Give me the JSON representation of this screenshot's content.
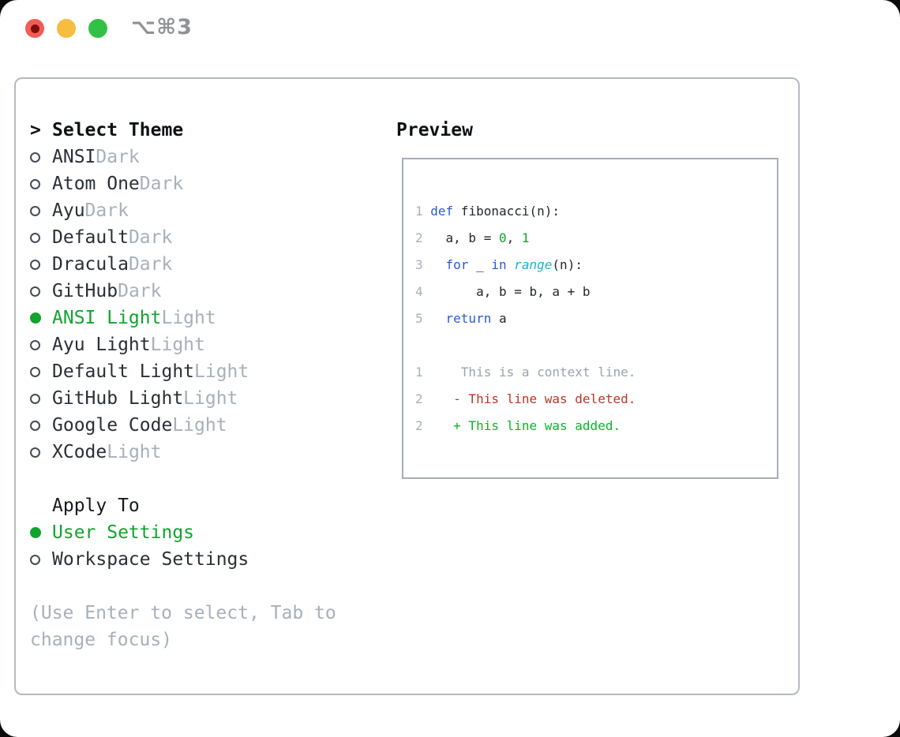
{
  "window": {
    "shortcut": "⌥⌘3"
  },
  "colors": {
    "accent_green": "#10a42f",
    "added_green": "#0cb427",
    "deleted_red": "#bf3426",
    "keyword_blue": "#2b59d8",
    "builtin_cyan": "#16b5c8",
    "muted_gray": "#a8b0ba",
    "context_gray": "#9aa3ad",
    "text": "#23272e",
    "panel_border": "#b3bac2",
    "traffic_red": "#f25c54",
    "traffic_yellow": "#f6bd40",
    "traffic_green": "#31c146"
  },
  "theme_selector": {
    "prompt": ">",
    "title": "Select Theme",
    "items": [
      {
        "label": "ANSI",
        "variant": "Dark",
        "selected": false
      },
      {
        "label": "Atom One",
        "variant": "Dark",
        "selected": false
      },
      {
        "label": "Ayu",
        "variant": "Dark",
        "selected": false
      },
      {
        "label": "Default",
        "variant": "Dark",
        "selected": false
      },
      {
        "label": "Dracula",
        "variant": "Dark",
        "selected": false
      },
      {
        "label": "GitHub",
        "variant": "Dark",
        "selected": false
      },
      {
        "label": "ANSI Light",
        "variant": "Light",
        "selected": true
      },
      {
        "label": "Ayu Light",
        "variant": "Light",
        "selected": false
      },
      {
        "label": "Default Light",
        "variant": "Light",
        "selected": false
      },
      {
        "label": "GitHub Light",
        "variant": "Light",
        "selected": false
      },
      {
        "label": "Google Code",
        "variant": "Light",
        "selected": false
      },
      {
        "label": "XCode",
        "variant": "Light",
        "selected": false
      }
    ]
  },
  "apply_to": {
    "title": "Apply To",
    "items": [
      {
        "label": "User Settings",
        "selected": true
      },
      {
        "label": "Workspace Settings",
        "selected": false
      }
    ]
  },
  "help_text": {
    "line1": "(Use Enter to select, Tab to",
    "line2": "change focus)"
  },
  "preview": {
    "title": "Preview",
    "code_lines": [
      {
        "num": "1",
        "segments": [
          {
            "text": "def",
            "style": "kw"
          },
          {
            "text": " fibonacci(n):",
            "style": "fg"
          }
        ]
      },
      {
        "num": "2",
        "segments": [
          {
            "text": "  a, b = ",
            "style": "fg"
          },
          {
            "text": "0",
            "style": "num"
          },
          {
            "text": ", ",
            "style": "fg"
          },
          {
            "text": "1",
            "style": "num"
          }
        ]
      },
      {
        "num": "3",
        "segments": [
          {
            "text": "  ",
            "style": "fg"
          },
          {
            "text": "for",
            "style": "kw"
          },
          {
            "text": " _ ",
            "style": "fg"
          },
          {
            "text": "in",
            "style": "kw"
          },
          {
            "text": " ",
            "style": "fg"
          },
          {
            "text": "range",
            "style": "bi"
          },
          {
            "text": "(n):",
            "style": "fg"
          }
        ]
      },
      {
        "num": "4",
        "segments": [
          {
            "text": "      a, b = b, a + b",
            "style": "fg"
          }
        ]
      },
      {
        "num": "5",
        "segments": [
          {
            "text": "  ",
            "style": "fg"
          },
          {
            "text": "return",
            "style": "kw"
          },
          {
            "text": " a",
            "style": "fg"
          }
        ]
      },
      {
        "blank": true
      },
      {
        "num": "1",
        "segments": [
          {
            "text": "    This is a context line.",
            "style": "ctx"
          }
        ]
      },
      {
        "num": "2",
        "segments": [
          {
            "text": "   - This line was deleted.",
            "style": "del"
          }
        ]
      },
      {
        "num": "2",
        "segments": [
          {
            "text": "   + This line was added.",
            "style": "add"
          }
        ]
      }
    ]
  }
}
